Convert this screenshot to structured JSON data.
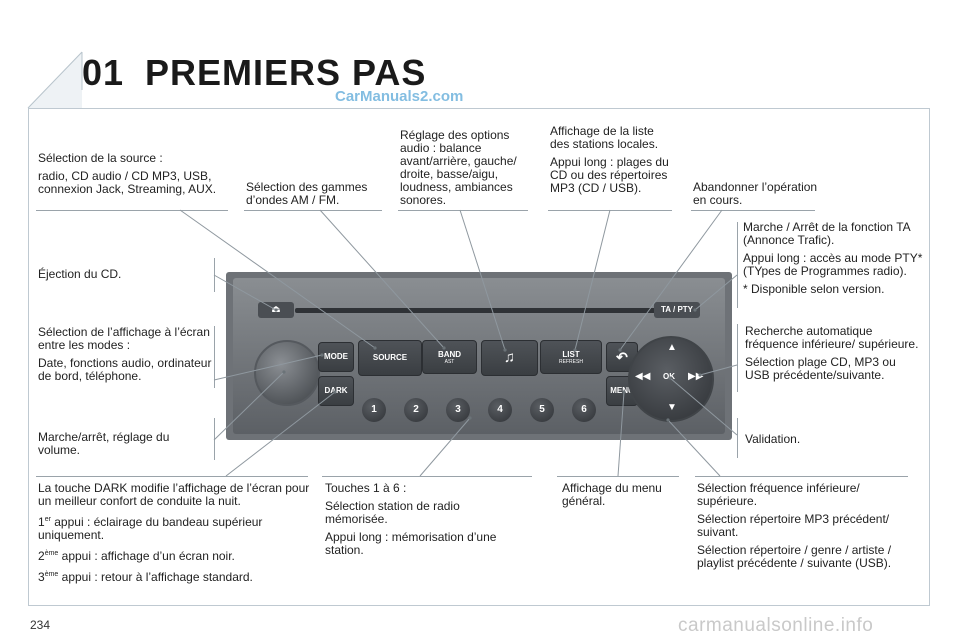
{
  "header": {
    "chapter_number": "01",
    "chapter_title": "PREMIERS PAS",
    "watermark": "CarManuals2.com"
  },
  "footer": {
    "page_number": "234",
    "watermark": "carmanualsonline.info"
  },
  "annotations": {
    "source": {
      "title": "Sélection de la source :",
      "body": "radio, CD audio / CD MP3, USB, connexion Jack, Streaming, AUX."
    },
    "band": {
      "text": "Sélection des gammes d’ondes AM / FM."
    },
    "audio": {
      "text": "Réglage des options audio : balance avant/arrière, gauche/ droite, basse/aigu, loudness, ambiances sonores."
    },
    "list": {
      "title": "Affichage de la liste des stations locales.",
      "body": "Appui long : plages du CD ou des répertoires MP3 (CD / USB)."
    },
    "abandon": {
      "text": "Abandonner l’opération en cours."
    },
    "tapty": {
      "line1": "Marche / Arrêt de la fonction TA (Annonce Trafic).",
      "line2": "Appui long : accès au mode PTY* (TYpes de Programmes radio).",
      "line3": "* Disponible selon version."
    },
    "eject": {
      "text": "Éjection du CD."
    },
    "mode": {
      "title": "Sélection de l’affichage à l’écran entre les modes :",
      "body": "Date, fonctions audio, ordinateur de bord, téléphone."
    },
    "search": {
      "title": "Recherche automatique fréquence inférieure/ supérieure.",
      "body": "Sélection plage CD, MP3 ou USB précédente/suivante."
    },
    "power": {
      "text": "Marche/arrêt, réglage du volume."
    },
    "validation": {
      "text": "Validation."
    },
    "dark": {
      "title": "La touche DARK modifie l’affichage de l’écran pour un meilleur confort de conduite la nuit.",
      "p1_num": "1",
      "p1_sup": "er",
      "p1_text": " appui : éclairage du bandeau supérieur uniquement.",
      "p2_num": "2",
      "p2_sup": "ème",
      "p2_text": " appui : affichage d’un écran noir.",
      "p3_num": "3",
      "p3_sup": "ème",
      "p3_text": " appui : retour à l’affichage standard."
    },
    "presets": {
      "title": "Touches 1 à 6 :",
      "p1": "Sélection station de radio mémorisée.",
      "p2": "Appui long : mémorisation d’une station."
    },
    "menu": {
      "text": "Affichage du menu général."
    },
    "freq": {
      "p1": "Sélection fréquence inférieure/ supérieure.",
      "p2": "Sélection répertoire MP3 précédent/ suivant.",
      "p3": "Sélection répertoire / genre / artiste / playlist précédente / suivante (USB)."
    }
  },
  "radio": {
    "eject_symbol": "⏏",
    "ta_pty": "TA / PTY",
    "mode": "MODE",
    "dark": "DARK",
    "source": "SOURCE",
    "band": "BAND",
    "band_sub": "AST",
    "note_symbol": "♫",
    "list": "LIST",
    "list_sub": "REFRESH",
    "back_symbol": "↶",
    "menu": "MENU",
    "ok": "OK",
    "presets": [
      "1",
      "2",
      "3",
      "4",
      "5",
      "6"
    ]
  }
}
